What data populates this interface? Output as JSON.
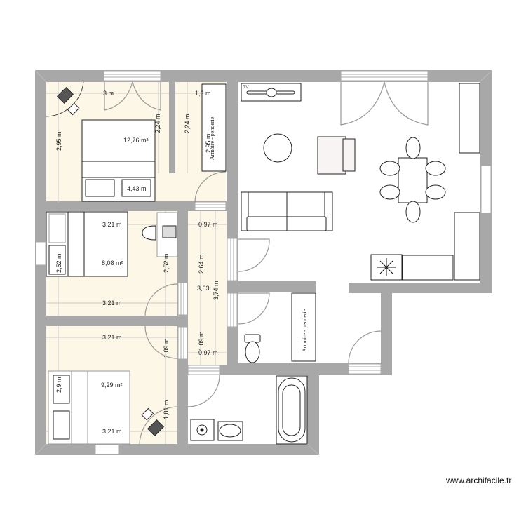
{
  "app": {
    "watermark": "www.archifacile.fr"
  },
  "colors": {
    "wall": "#a8a8a8",
    "room_fill_bedroom": "#fcf7e6",
    "room_fill_white": "#ffffff",
    "line": "#222222",
    "dim_line": "#c8c8c8",
    "door_arc": "#999999"
  },
  "rooms": [
    {
      "id": "bedroom-1",
      "area": "12,76 m²",
      "dims": {
        "width": "3 m",
        "height": "2,95 m",
        "inner_a": "2,24 m",
        "inner_b": "2,24 m",
        "bed": "4,43 m"
      }
    },
    {
      "id": "dressing",
      "dims": {
        "width": "1,3 m",
        "height": "2,95 m"
      }
    },
    {
      "id": "bedroom-2",
      "area": "8,08 m²",
      "dims": {
        "width_top": "3,21 m",
        "width_bottom": "3,21 m",
        "height": "2,52 m",
        "height_b": "2,52 m"
      }
    },
    {
      "id": "corridor",
      "dims": {
        "width_top": "0,97 m",
        "width_bottom": "0,97 m",
        "height_a": "2,64 m",
        "height_b": "3,74 m",
        "area": "3,63",
        "door_gap": "1,09 m"
      }
    },
    {
      "id": "bedroom-3",
      "area": "9,29 m²",
      "dims": {
        "width_top": "3,21 m",
        "width_bottom": "3,21 m",
        "height": "2,9 m",
        "door_gap": "1,09 m",
        "right": "1,81 m"
      }
    },
    {
      "id": "living-room"
    },
    {
      "id": "wc"
    },
    {
      "id": "bathroom"
    }
  ],
  "furniture": {
    "dressing_label": "Armoire - penderie",
    "dressing_overlap": "2,95 m",
    "wardrobe_label": "Armoire - penderie",
    "tv_label": "TV"
  }
}
